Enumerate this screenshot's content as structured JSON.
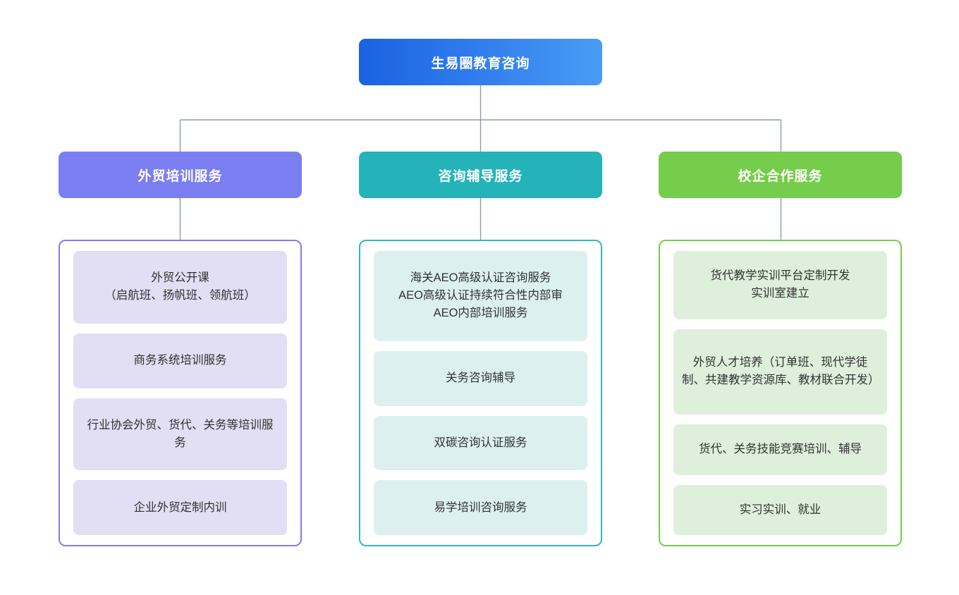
{
  "diagram": {
    "type": "organization-chart",
    "root": {
      "label": "生易圈教育咨询",
      "gradient_from": "#1a62e0",
      "gradient_to": "#4a9bf5",
      "text_color": "#ffffff"
    },
    "connector_color": "#8e9aa8",
    "branches": [
      {
        "label": "外贸培训服务",
        "header_color": "#7b7ef0",
        "border_color": "#7b7ef0",
        "card_color": "#e2def3",
        "items": [
          {
            "text": "外贸公开课\n（启航班、扬帆班、领航班）",
            "lines": 2
          },
          {
            "text": "商务系统培训服务",
            "lines": 1
          },
          {
            "text": "行业协会外贸、货代、关务等培训服务",
            "lines": 2
          },
          {
            "text": "企业外贸定制内训",
            "lines": 1
          }
        ]
      },
      {
        "label": "咨询辅导服务",
        "header_color": "#23b3b8",
        "border_color": "#2fb8bd",
        "card_color": "#dcf0f0",
        "items": [
          {
            "text": "海关AEO高级认证咨询服务\nAEO高级认证持续符合性内部审\nAEO内部培训服务",
            "lines": 3
          },
          {
            "text": "关务咨询辅导",
            "lines": 1
          },
          {
            "text": "双碳咨询认证服务",
            "lines": 1
          },
          {
            "text": "易学培训咨询服务",
            "lines": 1
          }
        ]
      },
      {
        "label": "校企合作服务",
        "header_color": "#76cc4b",
        "border_color": "#76cc4b",
        "card_color": "#deefdc",
        "items": [
          {
            "text": "货代教学实训平台定制开发\n实训室建立",
            "lines": 2
          },
          {
            "text": "外贸人才培养（订单班、现代学徒制、共建教学资源库、教材联合开发）",
            "lines": 3
          },
          {
            "text": "货代、关务技能竞赛培训、辅导",
            "lines": 1
          },
          {
            "text": "实习实训、就业",
            "lines": 1
          }
        ]
      }
    ]
  }
}
